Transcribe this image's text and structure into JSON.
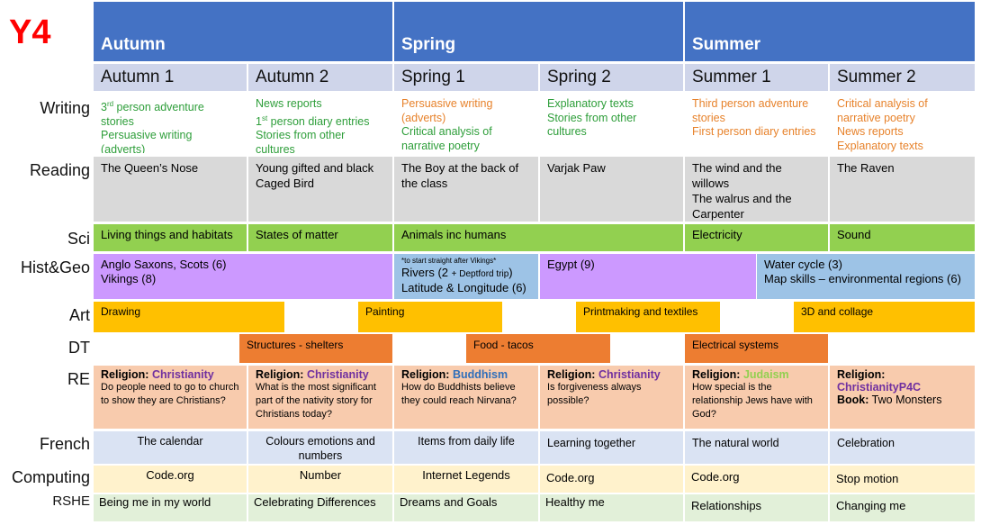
{
  "title": "Y4",
  "colors": {
    "header_blue": "#4472c4",
    "term_row": "#cfd5ea",
    "reading": "#d9d9d9",
    "science": "#92d050",
    "histgeo_purple": "#cc99ff",
    "histgeo_blue": "#9dc3e6",
    "art": "#ffc000",
    "dt": "#ed7d31",
    "re": "#f8cbad",
    "french": "#dae3f3",
    "computing": "#fff2cc",
    "rshe": "#e2f0d9",
    "title_red": "#ff0000"
  },
  "seasons": [
    "Autumn",
    "Spring",
    "Summer"
  ],
  "terms": [
    "Autumn 1",
    "Autumn 2",
    "Spring 1",
    "Spring 2",
    "Summer 1",
    "Summer 2"
  ],
  "row_labels": {
    "writing": "Writing",
    "reading": "Reading",
    "sci": "Sci",
    "histgeo": "Hist&Geo",
    "art": "Art",
    "dt": "DT",
    "re": "RE",
    "french": "French",
    "computing": "Computing",
    "rshe": "RSHE"
  },
  "writing": {
    "a1": {
      "line1_pre": "3",
      "line1_sup": "rd",
      "line1_post": " person adventure stories",
      "line2": "Persuasive writing (adverts)"
    },
    "a2": {
      "line1": "News reports",
      "line2_pre": "1",
      "line2_sup": "st",
      "line2_post": " person diary entries",
      "line3": "Stories from other cultures"
    },
    "s1": {
      "line1": "Persuasive writing (adverts)",
      "line2": "Critical analysis of narrative poetry"
    },
    "s2": {
      "line1": "Explanatory texts",
      "line2": "Stories from other cultures"
    },
    "su1": {
      "line1": "Third person adventure stories",
      "line2": "First person diary entries"
    },
    "su2": {
      "line1": "Critical analysis of narrative poetry",
      "line2": "News reports",
      "line3": "Explanatory texts"
    }
  },
  "reading": {
    "a1": "The Queen’s Nose",
    "a2": "Young gifted and black Caged Bird",
    "s1": "The Boy at the back of the class",
    "s2": "Varjak Paw",
    "su1_line1": "The wind and the willows",
    "su1_line2": "The walrus and the Carpenter",
    "su2": "The Raven"
  },
  "science": {
    "a1": "Living things and habitats",
    "a2": "States of matter",
    "spring": "Animals inc humans",
    "su1": "Electricity",
    "su2": "Sound"
  },
  "histgeo": {
    "autumn_line1": "Anglo Saxons, Scots (6)",
    "autumn_line2": "Vikings (8)",
    "s1_note": "*to start straight after Vikings*",
    "s1_line1_pre": "Rivers (2 ",
    "s1_line1_small": "+ Deptford trip",
    "s1_line1_post": ")",
    "s1_line2": "Latitude & Longitude (6)",
    "s2": "Egypt (9)",
    "summer_line1": "Water cycle (3)",
    "summer_line2": "Map skills – environmental regions (6)"
  },
  "art": {
    "drawing": "Drawing",
    "painting": "Painting",
    "printmaking": "Printmaking and textiles",
    "collage": "3D and collage"
  },
  "dt": {
    "structures": "Structures - shelters",
    "food": "Food - tacos",
    "electrical": "Electrical systems"
  },
  "re": {
    "label": "Religion:",
    "a1": {
      "religion": "Christianity",
      "question": "Do people need to go to church to show they are Christians?"
    },
    "a2": {
      "religion": "Christianity",
      "question": "What is the most significant part of the nativity story for Christians today?"
    },
    "s1": {
      "religion": "Buddhism",
      "question": "How do Buddhists believe they could reach Nirvana?"
    },
    "s2": {
      "religion": "Christianity",
      "question": "Is forgiveness always possible?"
    },
    "su1": {
      "religion": "Judaism",
      "question": "How special is the relationship Jews have with God?"
    },
    "su2": {
      "religion": "ChristianityP4C",
      "book_label": "Book:",
      "book": " Two Monsters"
    }
  },
  "french": [
    "The calendar",
    "Colours emotions and numbers",
    "Items from daily life",
    "Learning together",
    "The natural world",
    "Celebration"
  ],
  "computing": [
    "Code.org",
    "Number",
    "Internet Legends",
    "Code.org",
    "Code.org",
    "Stop motion"
  ],
  "rshe": [
    "Being me in my world",
    "Celebrating Differences",
    "Dreams and Goals",
    "Healthy me",
    "Relationships",
    "Changing me"
  ]
}
